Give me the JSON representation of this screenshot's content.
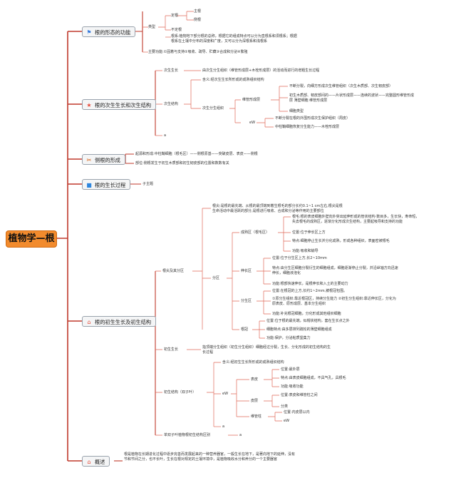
{
  "root": {
    "label": "植物学—根"
  },
  "branches": {
    "b1": {
      "label": "根的形态的功能",
      "icon": "flag-icon",
      "type_label": "类型",
      "dinggen": "定根",
      "zhugen": "主根",
      "cegen": "侧根",
      "budinggen": "不定根",
      "gensystem": "根系:植物地下部分根的总称，根据它的组成特点可以分为直根系和须根系；根据",
      "gensystem2": "根系在土壤中分布的深度和广度，又可以分为深根系和浅根系",
      "function": "主要功能:①固着与支持②吸收、疏导、贮藏③合成和分泌④繁殖"
    },
    "b2": {
      "label": "根的次生生长和次生结构",
      "icon": "star-icon",
      "growth": "次生生长",
      "growth_desc": "由次生分生组织（维管形成层+木栓形成层）的活动而进行的增粗生长过程",
      "structure": "次生结构",
      "structure_def": "含义:经次生生长所形成的成熟组织结构",
      "tissue": "次生分生组织",
      "cambium": "维管形成层",
      "c1": "不断分裂，向细方形成次生维管组织（次生木质部、次生韧皮部）",
      "c2": "初生木质部、韧皮部间的——片状形成层——连续的波状——完整圆形维管形成",
      "c2b": "层 薄壁细胞 维管形成层",
      "c3": "细胞类型",
      "cork_label": "eW",
      "k1": "不断分裂在根的外围形成次生保护组织（周皮）",
      "k2": "中柱鞘细胞恢复分生能力——木栓形成层",
      "extra": "a"
    },
    "b3": {
      "label": "侧根的形成",
      "icon": "tools-icon",
      "l1": "起源和形成:中柱鞘细胞（根毛区）——侧根原基——突破皮层、表皮——侧根",
      "l2": "部位:侧根发生于初生木质部和初生韧皮部的位置和数数有关"
    },
    "b4": {
      "label": "根的生长过程",
      "icon": "square-icon",
      "topic": "子主题"
    },
    "b5": {
      "label": "根的初生生长及初生结构",
      "icon": "house-icon",
      "tip": "根尖及其分区",
      "tip_def": "根尖:是根的最先端、从根的最顶端到着生根毛的部分长约0.1~1 cm左右,根尖是根",
      "tip_def2": "生命活动中最活跃的部分,是根进行吸收、合成和分泌等作用的主要部位",
      "zones": "分区",
      "z_mature": "成熟区（根毛区）",
      "m1": "根毛:根的表皮细胞外壁向外突出延伸形成的管状结构·数目多，生长快，寿命短，",
      "m1b": "失去根毛的成熟区，逐渐分化形成次生结构，主要起吸导和支持的功能",
      "m2": "位置:位于伸长区上方",
      "m3": "特点:细胞停止生长并分化成熟，形成各种组织，表面密被根毛",
      "m4": "功能:吸收和输导",
      "z_elong": "伸长区",
      "e1": "位置:位于分生区上方,长2~10mm",
      "e2": "特点:由分生区细胞分裂衍生的细胞组成，细胞逐渐停止分裂，并沿纵轴方向迅速",
      "e2b": "伸长，细胞液泡化",
      "e3": "功能:根部快速伸长，是根伸长和入土的主要动力",
      "z_mer": "分生区",
      "s1": "位置:在根冠的上方,长约1~2mm,被根冠包围。",
      "s2": "①原分生组织:靠近根冠区，持续分生能力 ②初生分生组织:靠近伸长区，分化为",
      "s2b": "原表皮、原形成层、基本分生组织",
      "s3": "功能:补充根冠细胞，分化形成其他组织细胞",
      "z_cap": "根冠",
      "p1": "位置:位于根的最先端，似帽状结构，套在生长点之外",
      "p2": "细胞特点:由多层排列疏松的薄壁细胞组成",
      "p3": "功能:保护，分泌粘质堡集力",
      "pgrowth": "初生生长",
      "pgrowth_desc": "指顶端分生组织（初生分生组织）细胞经过分裂，生长、分化形成的初生结构的生",
      "pgrowth_desc2": "长过程",
      "pstruct": "初生结构（双子叶）",
      "pstruct_def": "含义:经初生生长所形成的成熟组织结构",
      "eW": "eW",
      "epid": "表皮",
      "ep1": "位置:最外层",
      "ep2": "特点:由表皮细胞组成，不具气孔，具根毛",
      "ep3": "功能:吸收功能",
      "cortex": "皮层",
      "co1": "位置:表皮和维管柱之间",
      "co2": "分类",
      "stele": "维管柱",
      "st1": "位置:内皮层以内",
      "st2": "eW",
      "a_mark": "a",
      "mono": "单双子叶植物根初生结构区别",
      "mono_a": "a"
    },
    "b6": {
      "label": "概述",
      "icon": "house-icon",
      "desc": "根是植物在长期进化过程中逐步完善而发展起来的一种营养器官，一般生长在地下，是著向地下的延伸，没有节和节间之分，也不长叶，生长在根对规定的土壤环境中，是植物吸收水分和养分的一个主要器官"
    }
  }
}
